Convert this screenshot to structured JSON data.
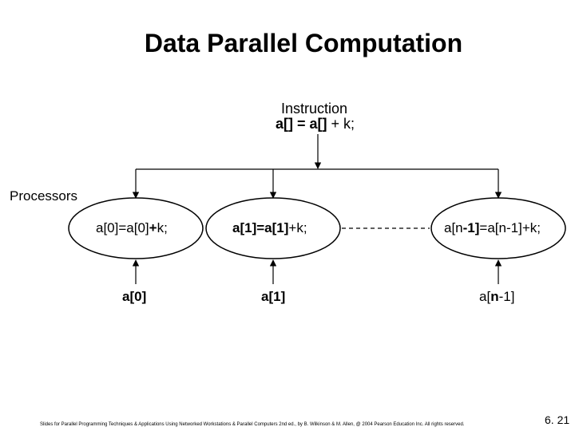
{
  "title": "Data Parallel Computation",
  "instruction": {
    "label": "Instruction",
    "code_a": "a[] = a[]",
    "code_b": " + k;"
  },
  "processors_label": "Processors",
  "processors": [
    {
      "pre": "a[0]=a[0]",
      "bold": "+",
      "post": "k;",
      "input_a": "a[0]",
      "input_b": ""
    },
    {
      "pre": "a[1]=a[1]",
      "bold": "",
      "post": "+k;",
      "input_a": "a[1]",
      "input_b": ""
    },
    {
      "pre": "a[n",
      "bold": "-1]",
      "post": "=a[n-1]+k;",
      "input_a": "a[",
      "input_b": "n",
      "input_c": "-1]"
    }
  ],
  "footer": "Slides for Parallel Programming Techniques & Applications Using Networked Workstations & Parallel Computers 2nd ed., by B. Wilkinson & M. Allen, @ 2004 Pearson Education Inc. All rights reserved.",
  "slide_number": "6. 21"
}
